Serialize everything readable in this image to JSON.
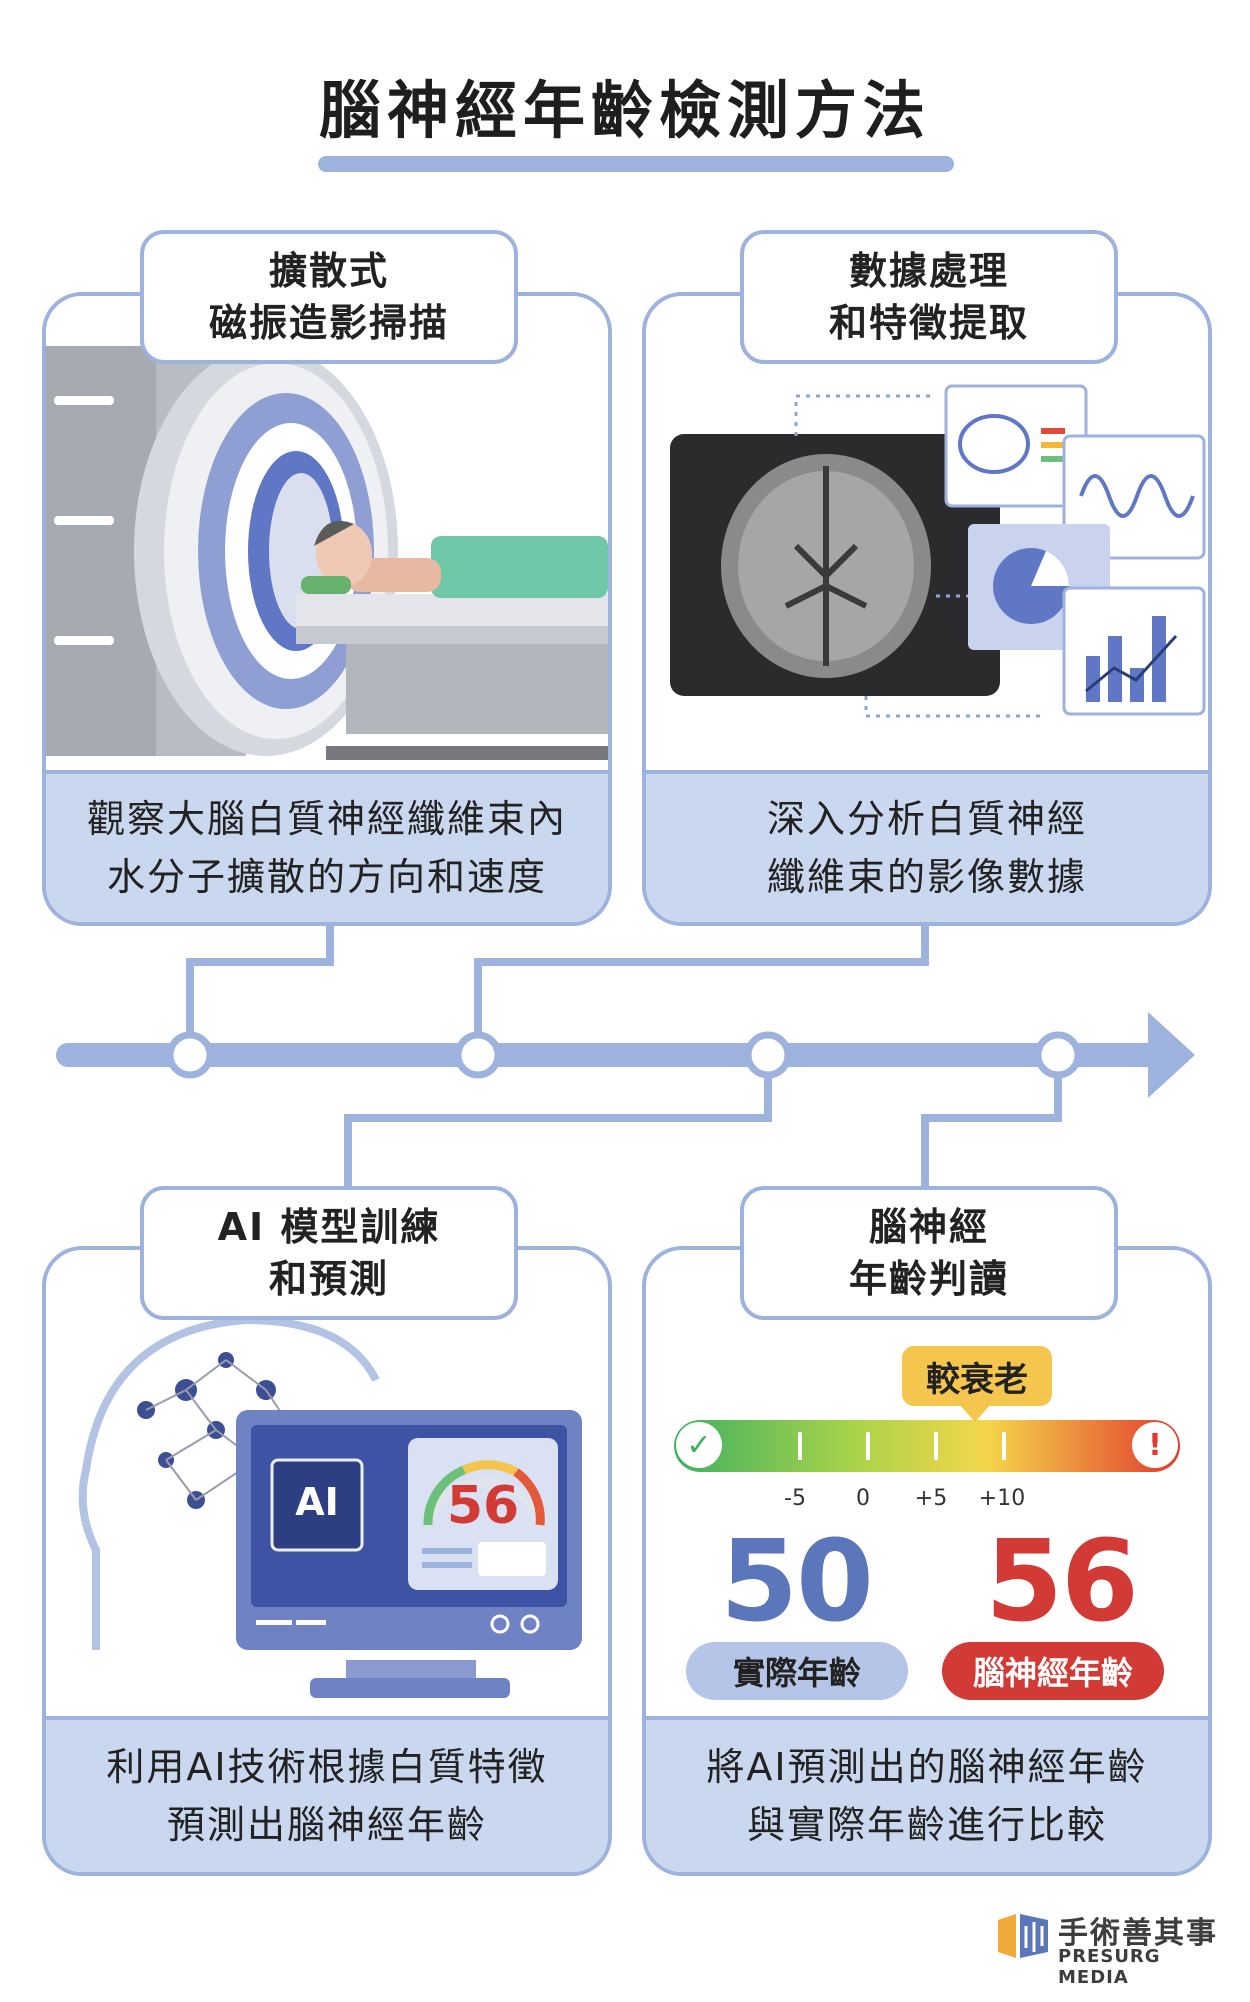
{
  "title": "腦神經年齡檢測方法",
  "steps": [
    {
      "label_line1": "擴散式",
      "label_line2": "磁振造影掃描",
      "desc_line1": "觀察大腦白質神經纖維束內",
      "desc_line2": "水分子擴散的方向和速度"
    },
    {
      "label_line1": "數據處理",
      "label_line2": "和特徵提取",
      "desc_line1": "深入分析白質神經",
      "desc_line2": "纖維束的影像數據"
    },
    {
      "label_line1": "AI 模型訓練",
      "label_line2": "和預測",
      "desc_line1": "利用AI技術根據白質特徵",
      "desc_line2": "預測出腦神經年齡",
      "chip_text": "AI",
      "gauge_value": "56"
    },
    {
      "label_line1": "腦神經",
      "label_line2": "年齡判讀",
      "desc_line1": "將AI預測出的腦神經年齡",
      "desc_line2": "與實際年齡進行比較"
    }
  ],
  "age_scale": {
    "callout": "較衰老",
    "ticks": [
      "-5",
      "0",
      "+5",
      "+10"
    ],
    "actual_age": "50",
    "actual_label": "實際年齡",
    "brain_age": "56",
    "brain_label": "腦神經年齡",
    "check_icon": "check-icon",
    "warning_icon": "exclamation-icon"
  },
  "brand": {
    "name_zh": "手術善其事",
    "name_en": "PRESURG MEDIA"
  },
  "colors": {
    "accent": "#9db2dc",
    "panel": "#c9d8ef",
    "actual": "#5b76bb",
    "brain": "#d23a35",
    "callout": "#f5c64e"
  }
}
